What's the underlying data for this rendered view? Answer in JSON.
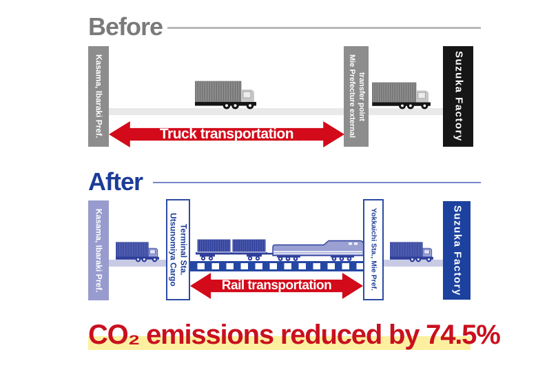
{
  "before": {
    "title": "Before",
    "origin": "Kasama, Ibaraki Pref.",
    "transfer_point": "Mie Prefecture external transfer point",
    "destination": "Suzuka Factory",
    "arrow": "Truck transportation"
  },
  "after": {
    "title": "After",
    "origin": "Kasama, Ibaraki Pref.",
    "left_station": "Utsunomiya Cargo Terminal Sta.",
    "right_station": "Yokkaichi Sta., Mie Pref.",
    "destination": "Suzuka Factory",
    "arrow": "Rail transportation"
  },
  "footer": {
    "headline": "CO₂ emissions reduced by 74.5%"
  },
  "colors": {
    "arrow_red": "#d20a1a",
    "headline_red": "#c9101f",
    "highlight_yellow": "#fcf0a0",
    "before_gray": "#8d8d8d",
    "before_black": "#161616",
    "after_blue": "#1c3c96",
    "after_box_blue": "#1c419e",
    "after_lavender": "#989bce",
    "rail_blue": "#2547a4"
  }
}
